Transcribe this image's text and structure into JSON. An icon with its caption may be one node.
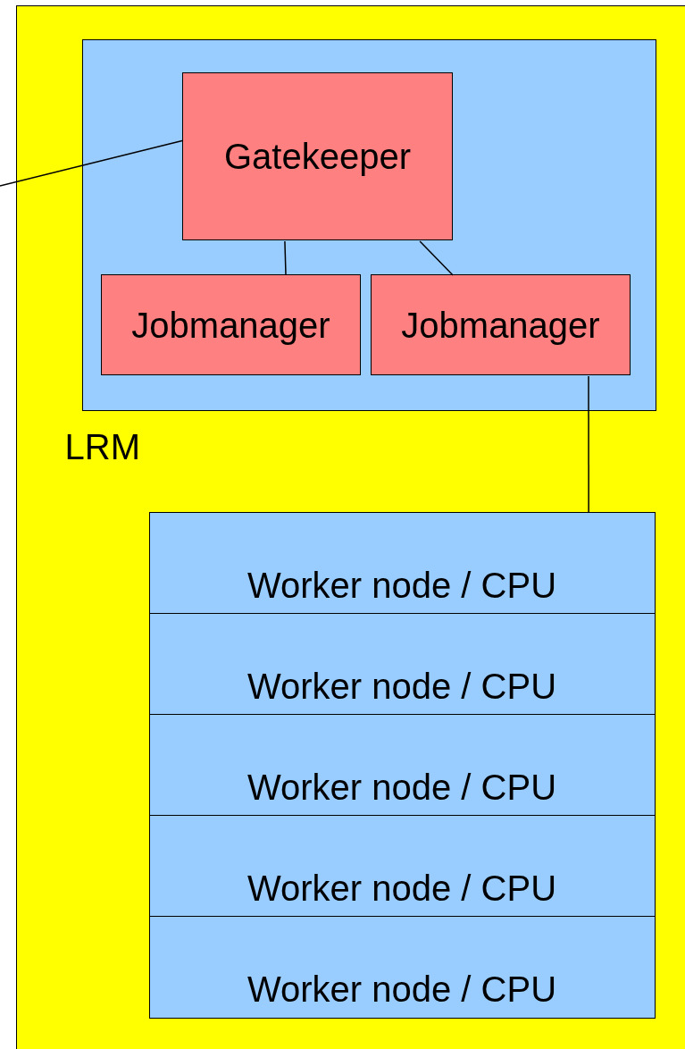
{
  "diagram": {
    "nodes": [
      {
        "text": [],
        "shape": "box"
      },
      {
        "text": [
          "LRM"
        ],
        "in": 0
      },
      {
        "text": [
          "Gatekeeper"
        ],
        "in": 1
      },
      {
        "text": [
          "Jobmanager"
        ],
        "in": 1
      },
      {
        "text": [
          "Jobmanager"
        ],
        "in": 1
      },
      {
        "text": [
          "Worker node / CPU"
        ],
        "in": 0
      },
      {
        "text": [
          "Worker node / CPU"
        ],
        "in": 0
      },
      {
        "text": [
          "Worker node / CPU"
        ],
        "in": 0
      },
      {
        "text": [
          "Worker node / CPU"
        ],
        "in": 0
      },
      {
        "text": [
          "Worker node / CPU"
        ],
        "in": 0
      }
    ],
    "edges": [
      {
        "from": null,
        "to": 2,
        "arrow": "none"
      },
      {
        "from": 2,
        "to": 3,
        "arrow": "none"
      },
      {
        "from": 2,
        "to": 4,
        "arrow": "none"
      },
      {
        "from": 4,
        "to": 5,
        "arrow": "none"
      }
    ]
  }
}
